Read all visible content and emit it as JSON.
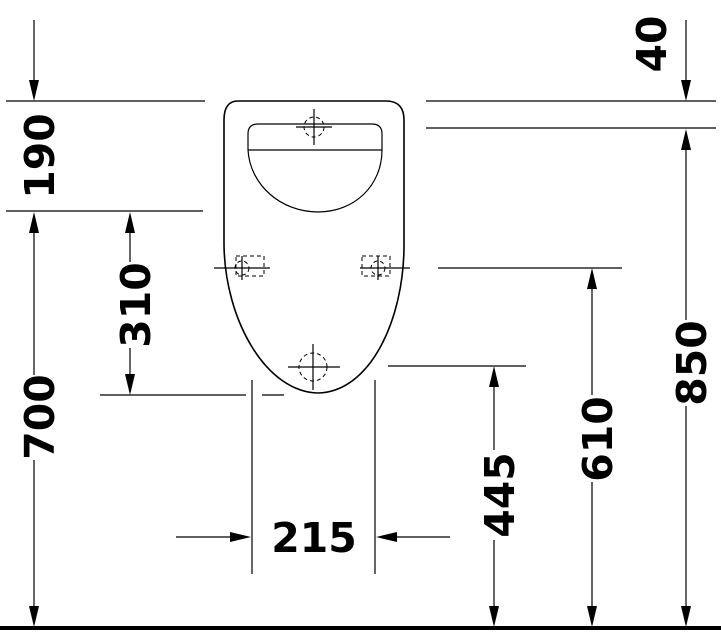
{
  "dimensions": {
    "top_gap": "40",
    "bowl_top": "190",
    "bowl_depth": "310",
    "rim_height": "700",
    "total_height": "850",
    "fixing_height": "610",
    "outlet_height": "445",
    "outlet_width": "215"
  },
  "colors": {
    "line": "#000000",
    "background": "#ffffff"
  }
}
